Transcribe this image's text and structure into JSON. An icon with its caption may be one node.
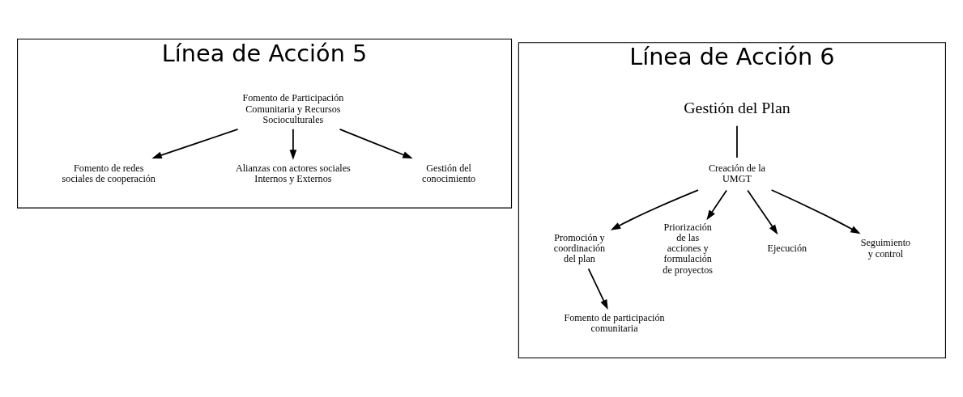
{
  "diagram": {
    "nodes": [
      {
        "text": [
          "Línea de Acción 5"
        ]
      },
      {
        "text": [
          "Fomento de Participación Comunitaria y Recursos Socioculturales"
        ],
        "in": 0
      },
      {
        "text": [
          "Fomento de redes sociales de cooperación"
        ],
        "in": 0
      },
      {
        "text": [
          "Alianzas con actores sociales Internos y Externos"
        ],
        "in": 0
      },
      {
        "text": [
          "Gestión del conocimiento"
        ],
        "in": 0
      },
      {
        "text": [
          "Línea de Acción 6"
        ]
      },
      {
        "text": [
          "Gestión del Plan"
        ],
        "in": 5
      },
      {
        "text": [
          "Creación de la UMGT"
        ],
        "in": 5
      },
      {
        "text": [
          "Promoción y coordinación del plan"
        ],
        "in": 5
      },
      {
        "text": [
          "Priorización de las acciones y formulación de proyectos"
        ],
        "in": 5
      },
      {
        "text": [
          "Ejecución"
        ],
        "in": 5
      },
      {
        "text": [
          "Seguimiento y control"
        ],
        "in": 5
      },
      {
        "text": [
          "Fomento de participación comunitaria"
        ],
        "in": 5
      }
    ],
    "edges": [
      {
        "from": 1,
        "to": 2,
        "arrow": "to"
      },
      {
        "from": 1,
        "to": 3,
        "arrow": "to"
      },
      {
        "from": 1,
        "to": 4,
        "arrow": "to"
      },
      {
        "from": 6,
        "to": 7,
        "arrow": "none"
      },
      {
        "from": 7,
        "to": 8,
        "arrow": "to"
      },
      {
        "from": 7,
        "to": 9,
        "arrow": "to"
      },
      {
        "from": 7,
        "to": 10,
        "arrow": "to"
      },
      {
        "from": 7,
        "to": 11,
        "arrow": "to"
      },
      {
        "from": 8,
        "to": 12,
        "arrow": "to"
      }
    ]
  }
}
